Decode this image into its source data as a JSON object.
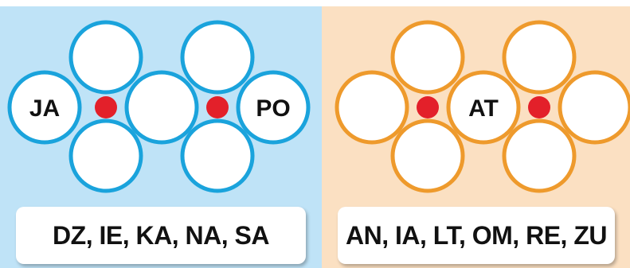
{
  "colors": {
    "left_ring": "#1aa3dc",
    "left_background": "#bfe3f7",
    "right_ring": "#ee9a2c",
    "right_background": "#fbe0c2",
    "dot": "#e3202a",
    "circle_fill": "#ffffff"
  },
  "puzzles": [
    {
      "circle_labels": [
        "JA",
        "",
        "",
        "",
        "",
        "PO",
        "",
        ""
      ],
      "answer": "DZ, IE, KA, NA, SA"
    },
    {
      "circle_labels": [
        "",
        "",
        "",
        "AT",
        "",
        "",
        "",
        ""
      ],
      "answer": "AN, IA, LT, OM, RE, ZU"
    }
  ]
}
